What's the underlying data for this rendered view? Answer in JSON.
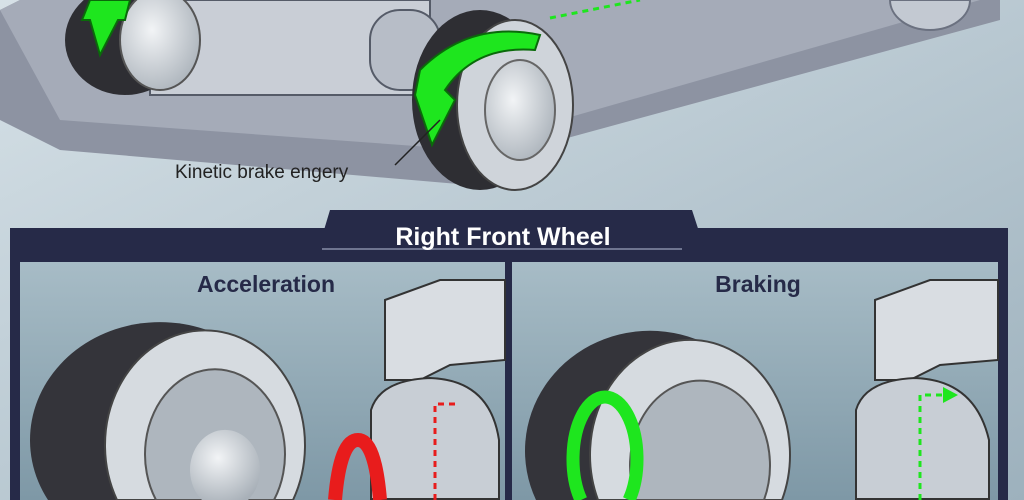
{
  "top": {
    "callout": "Kinetic brake engery"
  },
  "panel": {
    "title": "Right Front Wheel",
    "left_title": "Acceleration",
    "right_title": "Braking"
  },
  "colors": {
    "navy": "#262a48",
    "green": "#1ee61e",
    "red": "#e81c1c",
    "background": "#b9cad3"
  }
}
